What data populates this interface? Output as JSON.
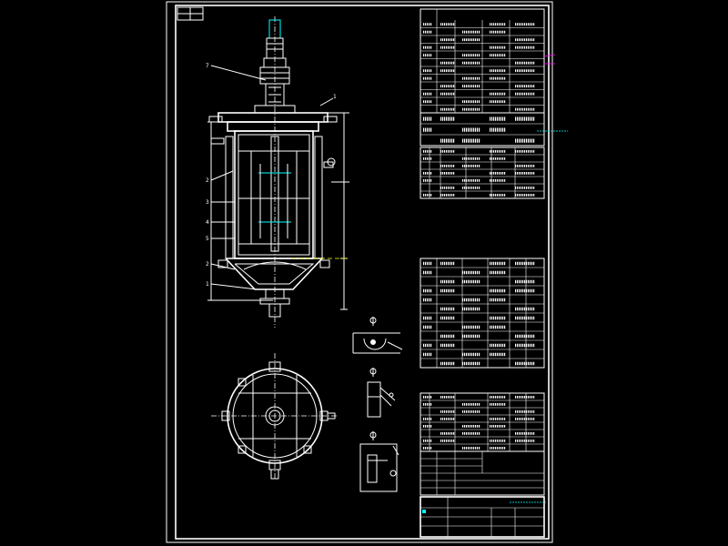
{
  "colors": {
    "background": "#000000",
    "lines": "#ffffff",
    "accent_cyan": "#00ffff",
    "accent_yellow": "#ffff00",
    "accent_magenta": "#ff00ff"
  },
  "stamp": {
    "text": ""
  },
  "leader_labels": [
    "7",
    "1",
    "2",
    "3",
    "4",
    "5",
    "2",
    "1"
  ],
  "tables": {
    "spec": {
      "rows": 12,
      "cols": 5
    },
    "notes": {
      "lines": 3
    },
    "nozzles": {
      "rows": 7,
      "cols": 6
    },
    "parts_a": {
      "rows": 12,
      "cols": 6
    },
    "parts_b": {
      "rows": 8,
      "cols": 6
    },
    "title_block": {
      "rows": 4,
      "cols": 6
    }
  }
}
